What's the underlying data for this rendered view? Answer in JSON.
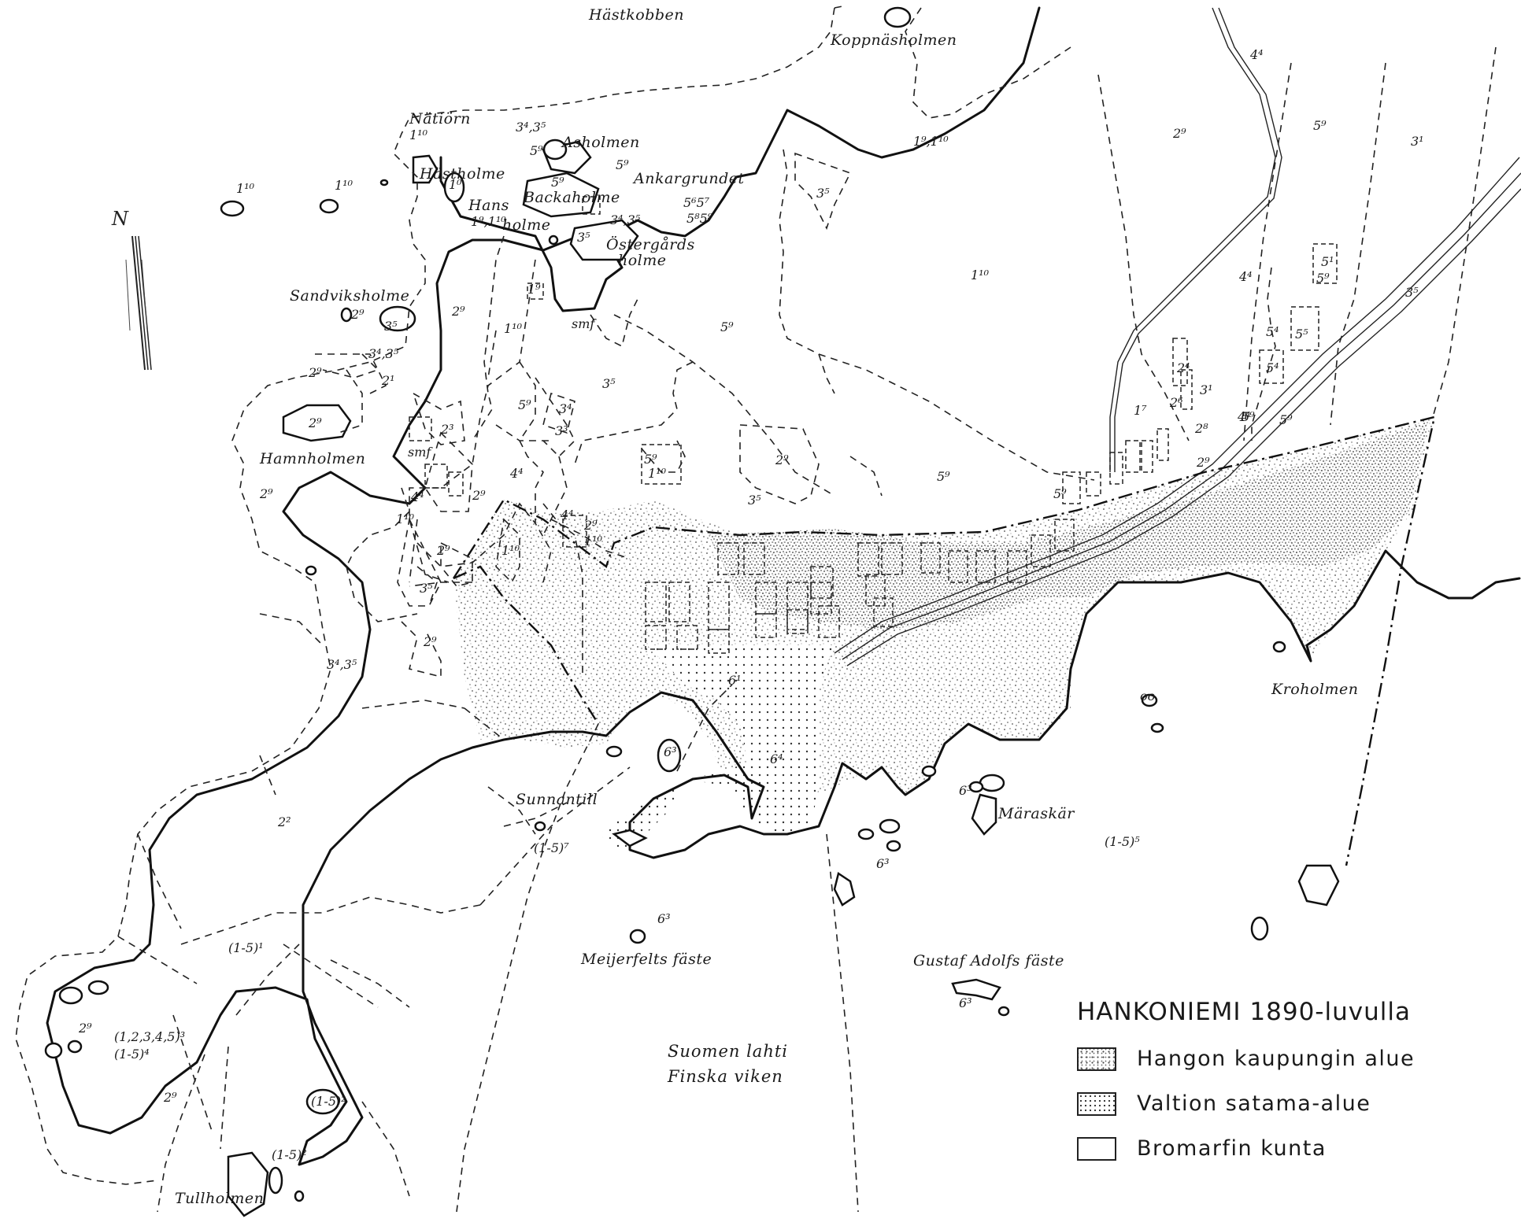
{
  "legend": {
    "title": "HANKONIEMI 1890-luvulla",
    "items": [
      {
        "label": "Hangon kaupungin alue",
        "pattern": "stipple"
      },
      {
        "label": "Valtion satama-alue",
        "pattern": "dots"
      },
      {
        "label": "Bromarfin kunta",
        "pattern": "blank"
      }
    ]
  },
  "north_label": "N",
  "sea_label": {
    "line1": "Suomen lahti",
    "line2": "Finska viken"
  },
  "places": {
    "hastkobben": "Hästkobben",
    "koppnasholmen": "Koppnäsholmen",
    "natiorn": "Nätiörn",
    "asholmen": "Asholmen",
    "hastholme": "Hästholme",
    "ankargrundet": "Ankargrundet",
    "backaholme": "Backaholme",
    "hans": "Hans",
    "holme1": "holme",
    "ostergards": "Östergårds",
    "holme2": "holme",
    "sandviksholme": "Sandviksholme",
    "hamnholmen": "Hamnholmen",
    "sunnantill": "Sunnantill",
    "kroholmen": "Kroholmen",
    "maraskar": "Märaskär",
    "meijerfelts": "Meijerfelts fäste",
    "gustaf": "Gustaf Adolfs fäste",
    "tullholmen": "Tullholmen"
  },
  "codes": {
    "c01": "1¹⁰",
    "c02": "1¹⁰",
    "c03": "1¹⁰",
    "c04": "3⁴,3⁵",
    "c05": "5⁹",
    "c06": "5⁹",
    "c07": "1⁰",
    "c08": "5⁹",
    "c09": "1⁹,1¹⁰",
    "c10": "3⁴,3⁵",
    "c11": "3⁵",
    "c12": "5⁶5⁷",
    "c13": "5⁸5⁹",
    "c14": "3⁵",
    "c15": "1⁹,1¹⁰",
    "c16": "2⁹",
    "c17": "4⁴",
    "c18": "5⁹",
    "c19": "1¹⁰",
    "c20": "2⁹",
    "c21": "3⁵",
    "c22": "2⁹",
    "c23": "1⁹",
    "c24": "smf",
    "c25": "1¹⁰",
    "c26": "5⁹",
    "c27": "3⁴,3⁵",
    "c28": "2⁹",
    "c29": "2¹",
    "c30": "2⁹",
    "c31": "2³",
    "c32": "3⁵",
    "c33": "5⁹",
    "c34": "3⁴",
    "c35": "3³",
    "c36": "smf",
    "c37": "2⁹",
    "c38": "4⁴",
    "c39": "2⁹",
    "c40": "1¹⁰",
    "c41": "2⁹",
    "c42": "4⁴",
    "c43": "1¹⁰",
    "c44": "4⁴",
    "c45": "2⁹",
    "c46": "1¹⁰",
    "c47": "5⁹",
    "c48": "1¹⁰",
    "c49": "3⁵",
    "c50": "3⁵",
    "c51": "2⁹",
    "c52": "5⁹",
    "c53": "1⁷",
    "c54": "2⁴",
    "c55": "2⁶",
    "c56": "2⁸",
    "c57": "3¹",
    "c58": "5⁹",
    "c59": "4⁴",
    "c60": "5⁴",
    "c61": "5⁵",
    "c62": "5¹",
    "c63": "5⁹",
    "c64": "5⁴",
    "c65": "3⁵",
    "c66": "2⁹",
    "c67": "5⁹",
    "c68": "5⁹",
    "c69": "4⁴",
    "c70": "3¹",
    "c71": "2⁹",
    "c72": "3⁴,3⁵",
    "c73": "6¹",
    "c74": "6³",
    "c75": "6⁴",
    "c76": "2²",
    "c77": "(1-5)⁷",
    "c78": "6³",
    "c79": "6³",
    "c80": "6³",
    "c81": "(1-5)⁵",
    "c82": "(1-5)¹",
    "c83": "2⁹",
    "c84": "(1,2,3,4,5)³",
    "c85": "(1-5)⁴",
    "c86": "2⁹",
    "c87": "(1-5)²",
    "c88": "(1-5)²",
    "c89": "6³",
    "c90": "oo"
  },
  "colors": {
    "ink": "#111111",
    "paper": "#ffffff",
    "stipple": "#555555"
  }
}
